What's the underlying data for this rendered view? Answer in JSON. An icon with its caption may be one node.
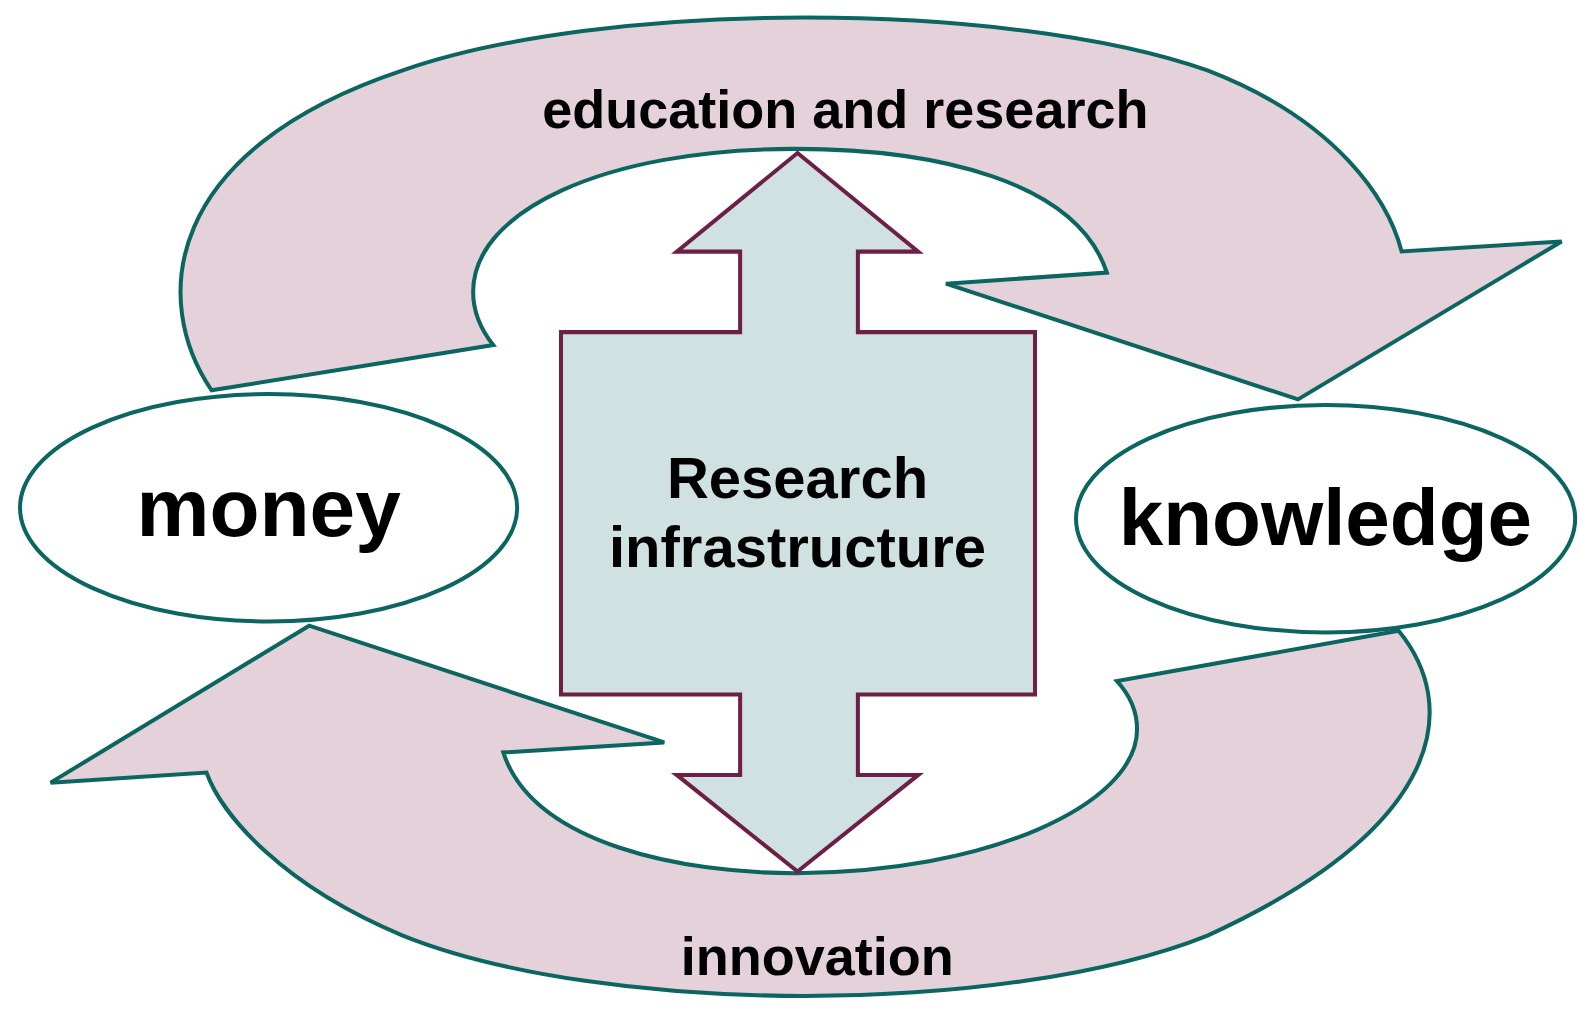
{
  "diagram": {
    "nodes": [
      {
        "text": [
          "money"
        ]
      },
      {
        "text": [
          "knowledge"
        ]
      },
      {
        "text": [
          "Research infrastructure"
        ]
      }
    ],
    "edges": [
      {
        "from": 0,
        "to": 1,
        "arrow": "to",
        "label": "education and research"
      },
      {
        "from": 1,
        "to": 0,
        "arrow": "to",
        "label": "innovation"
      }
    ]
  }
}
